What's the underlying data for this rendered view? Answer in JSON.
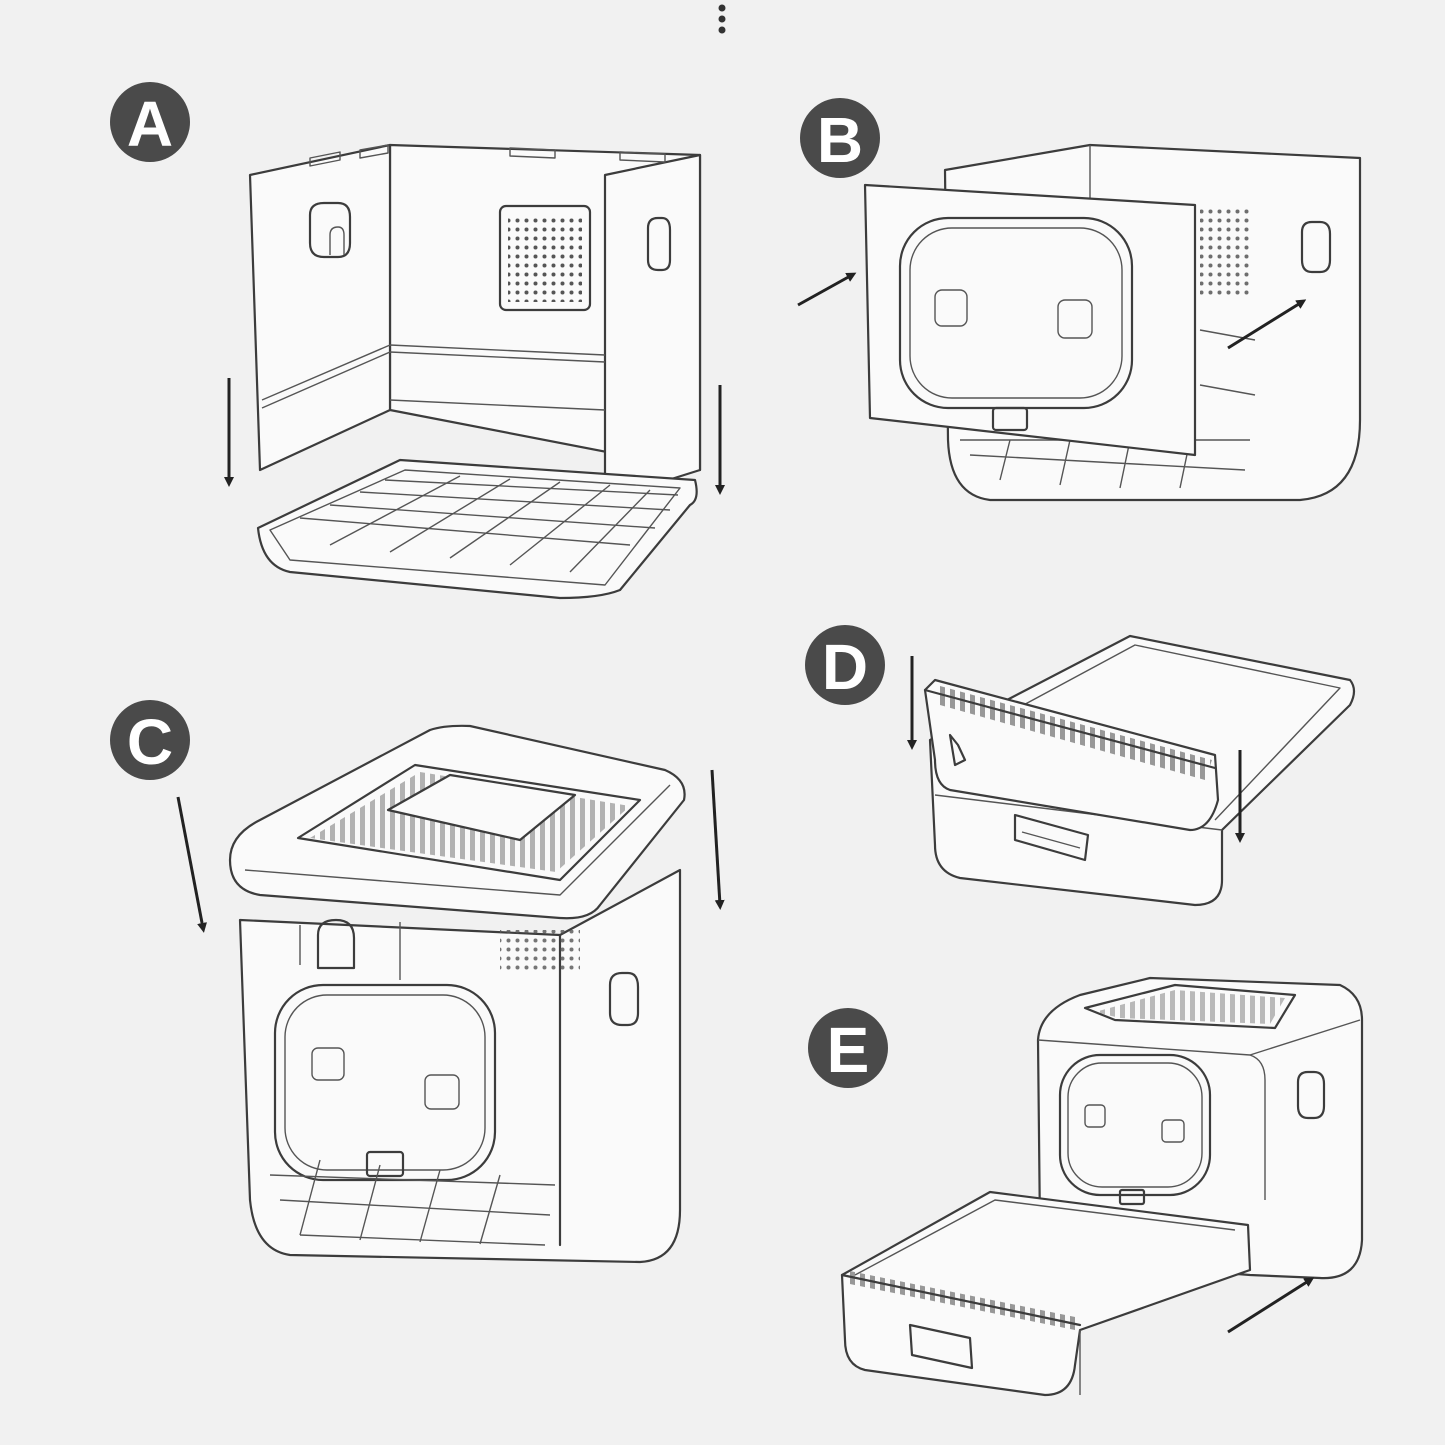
{
  "steps": [
    {
      "id": "A",
      "label": "A"
    },
    {
      "id": "B",
      "label": "B"
    },
    {
      "id": "C",
      "label": "C"
    },
    {
      "id": "D",
      "label": "D"
    },
    {
      "id": "E",
      "label": "E"
    }
  ],
  "menu": {
    "icon": "vertical-dots-icon"
  },
  "colors": {
    "background": "#f1f1f1",
    "line": "#3c3c3c",
    "badge": "#4a4a4a",
    "badge_text": "#ffffff"
  }
}
